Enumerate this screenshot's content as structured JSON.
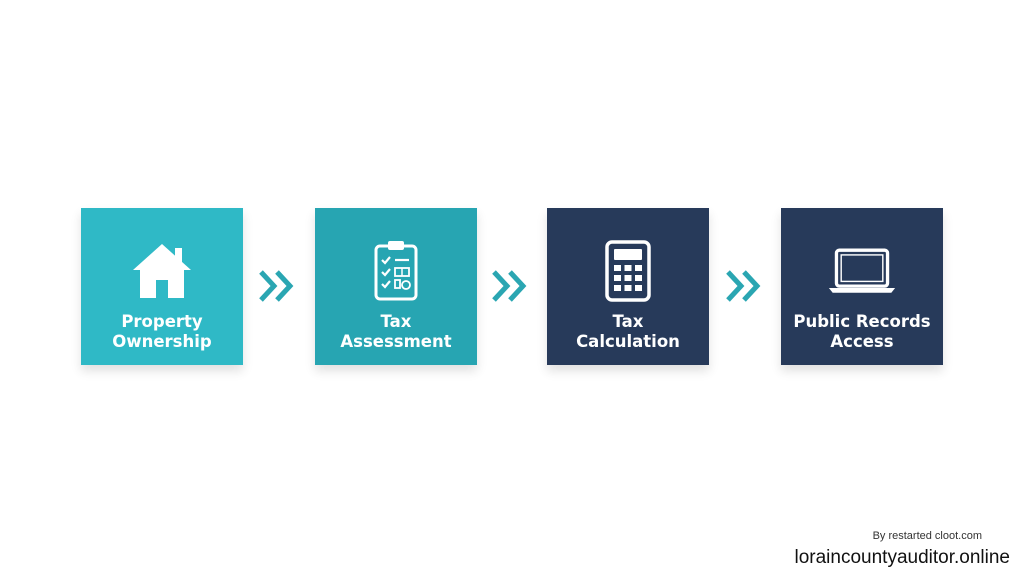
{
  "colors": {
    "teal_light": "#2fb9c6",
    "teal": "#27a5b2",
    "navy": "#273a5a",
    "arrow": "#2aa6b2"
  },
  "steps": [
    {
      "label": "Property\nOwnership",
      "icon": "house-icon"
    },
    {
      "label": "Tax\nAssessment",
      "icon": "clipboard-checklist-icon"
    },
    {
      "label": "Tax\nCalculation",
      "icon": "calculator-icon"
    },
    {
      "label": "Public Records\nAccess",
      "icon": "laptop-icon"
    }
  ],
  "footer": {
    "by_text": "By restarted cloot.com",
    "site": "loraincountyauditor.online"
  }
}
